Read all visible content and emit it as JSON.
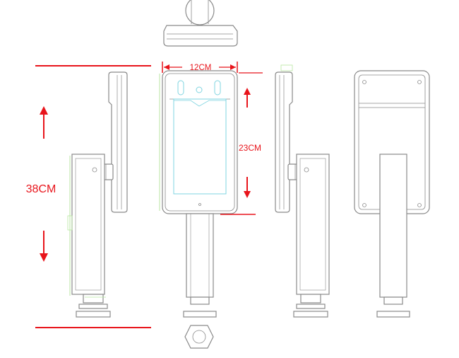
{
  "dimensions": {
    "width_label": "12CM",
    "screen_height_label": "23CM",
    "total_height_label": "38CM"
  },
  "colors": {
    "dimension": "#e8141b",
    "outline": "#8a8a8a",
    "screen": "#7fd4e0",
    "hint": "#b8e6a0"
  }
}
